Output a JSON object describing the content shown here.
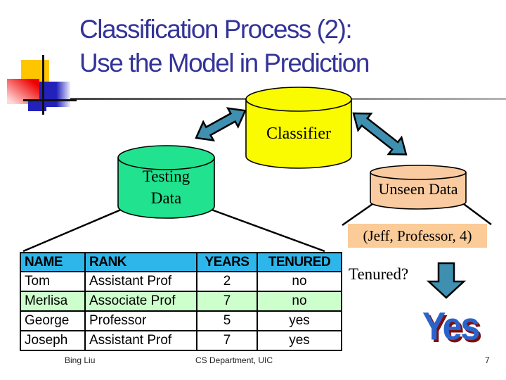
{
  "title": {
    "line1": "Classification Process (2):",
    "line2": "Use the Model in Prediction"
  },
  "diagram": {
    "classifier_label": "Classifier",
    "testing_data_line1": "Testing",
    "testing_data_line2": "Data",
    "unseen_data_label": "Unseen Data",
    "callout_label": "(Jeff, Professor, 4)",
    "question_label": "Tenured?",
    "answer_label": "Yes"
  },
  "table": {
    "headers": [
      "NAME",
      "RANK",
      "YEARS",
      "TENURED"
    ],
    "rows": [
      {
        "name": "Tom",
        "rank": "Assistant Prof",
        "years": "2",
        "tenured": "no"
      },
      {
        "name": "Merlisa",
        "rank": "Associate Prof",
        "years": "7",
        "tenured": "no"
      },
      {
        "name": "George",
        "rank": "Professor",
        "years": "5",
        "tenured": "yes"
      },
      {
        "name": "Joseph",
        "rank": "Assistant Prof",
        "years": "7",
        "tenured": "yes"
      }
    ]
  },
  "footer": {
    "author": "Bing Liu",
    "center": "CS Department, UIC",
    "page_number": "7"
  },
  "colors": {
    "title_color": "#333399",
    "cylinder_yellow": "#fafa00",
    "cylinder_green": "#21e28e",
    "cylinder_peach": "#facba0",
    "callout_peach": "#fbcb98",
    "arrow_teal": "#3e8fb0",
    "table_header_blue": "#2eb6ea",
    "row_highlight_green": "#ccffcc",
    "wordart_blue": "#2a63cc",
    "wordart_shadow": "#7b1010"
  }
}
